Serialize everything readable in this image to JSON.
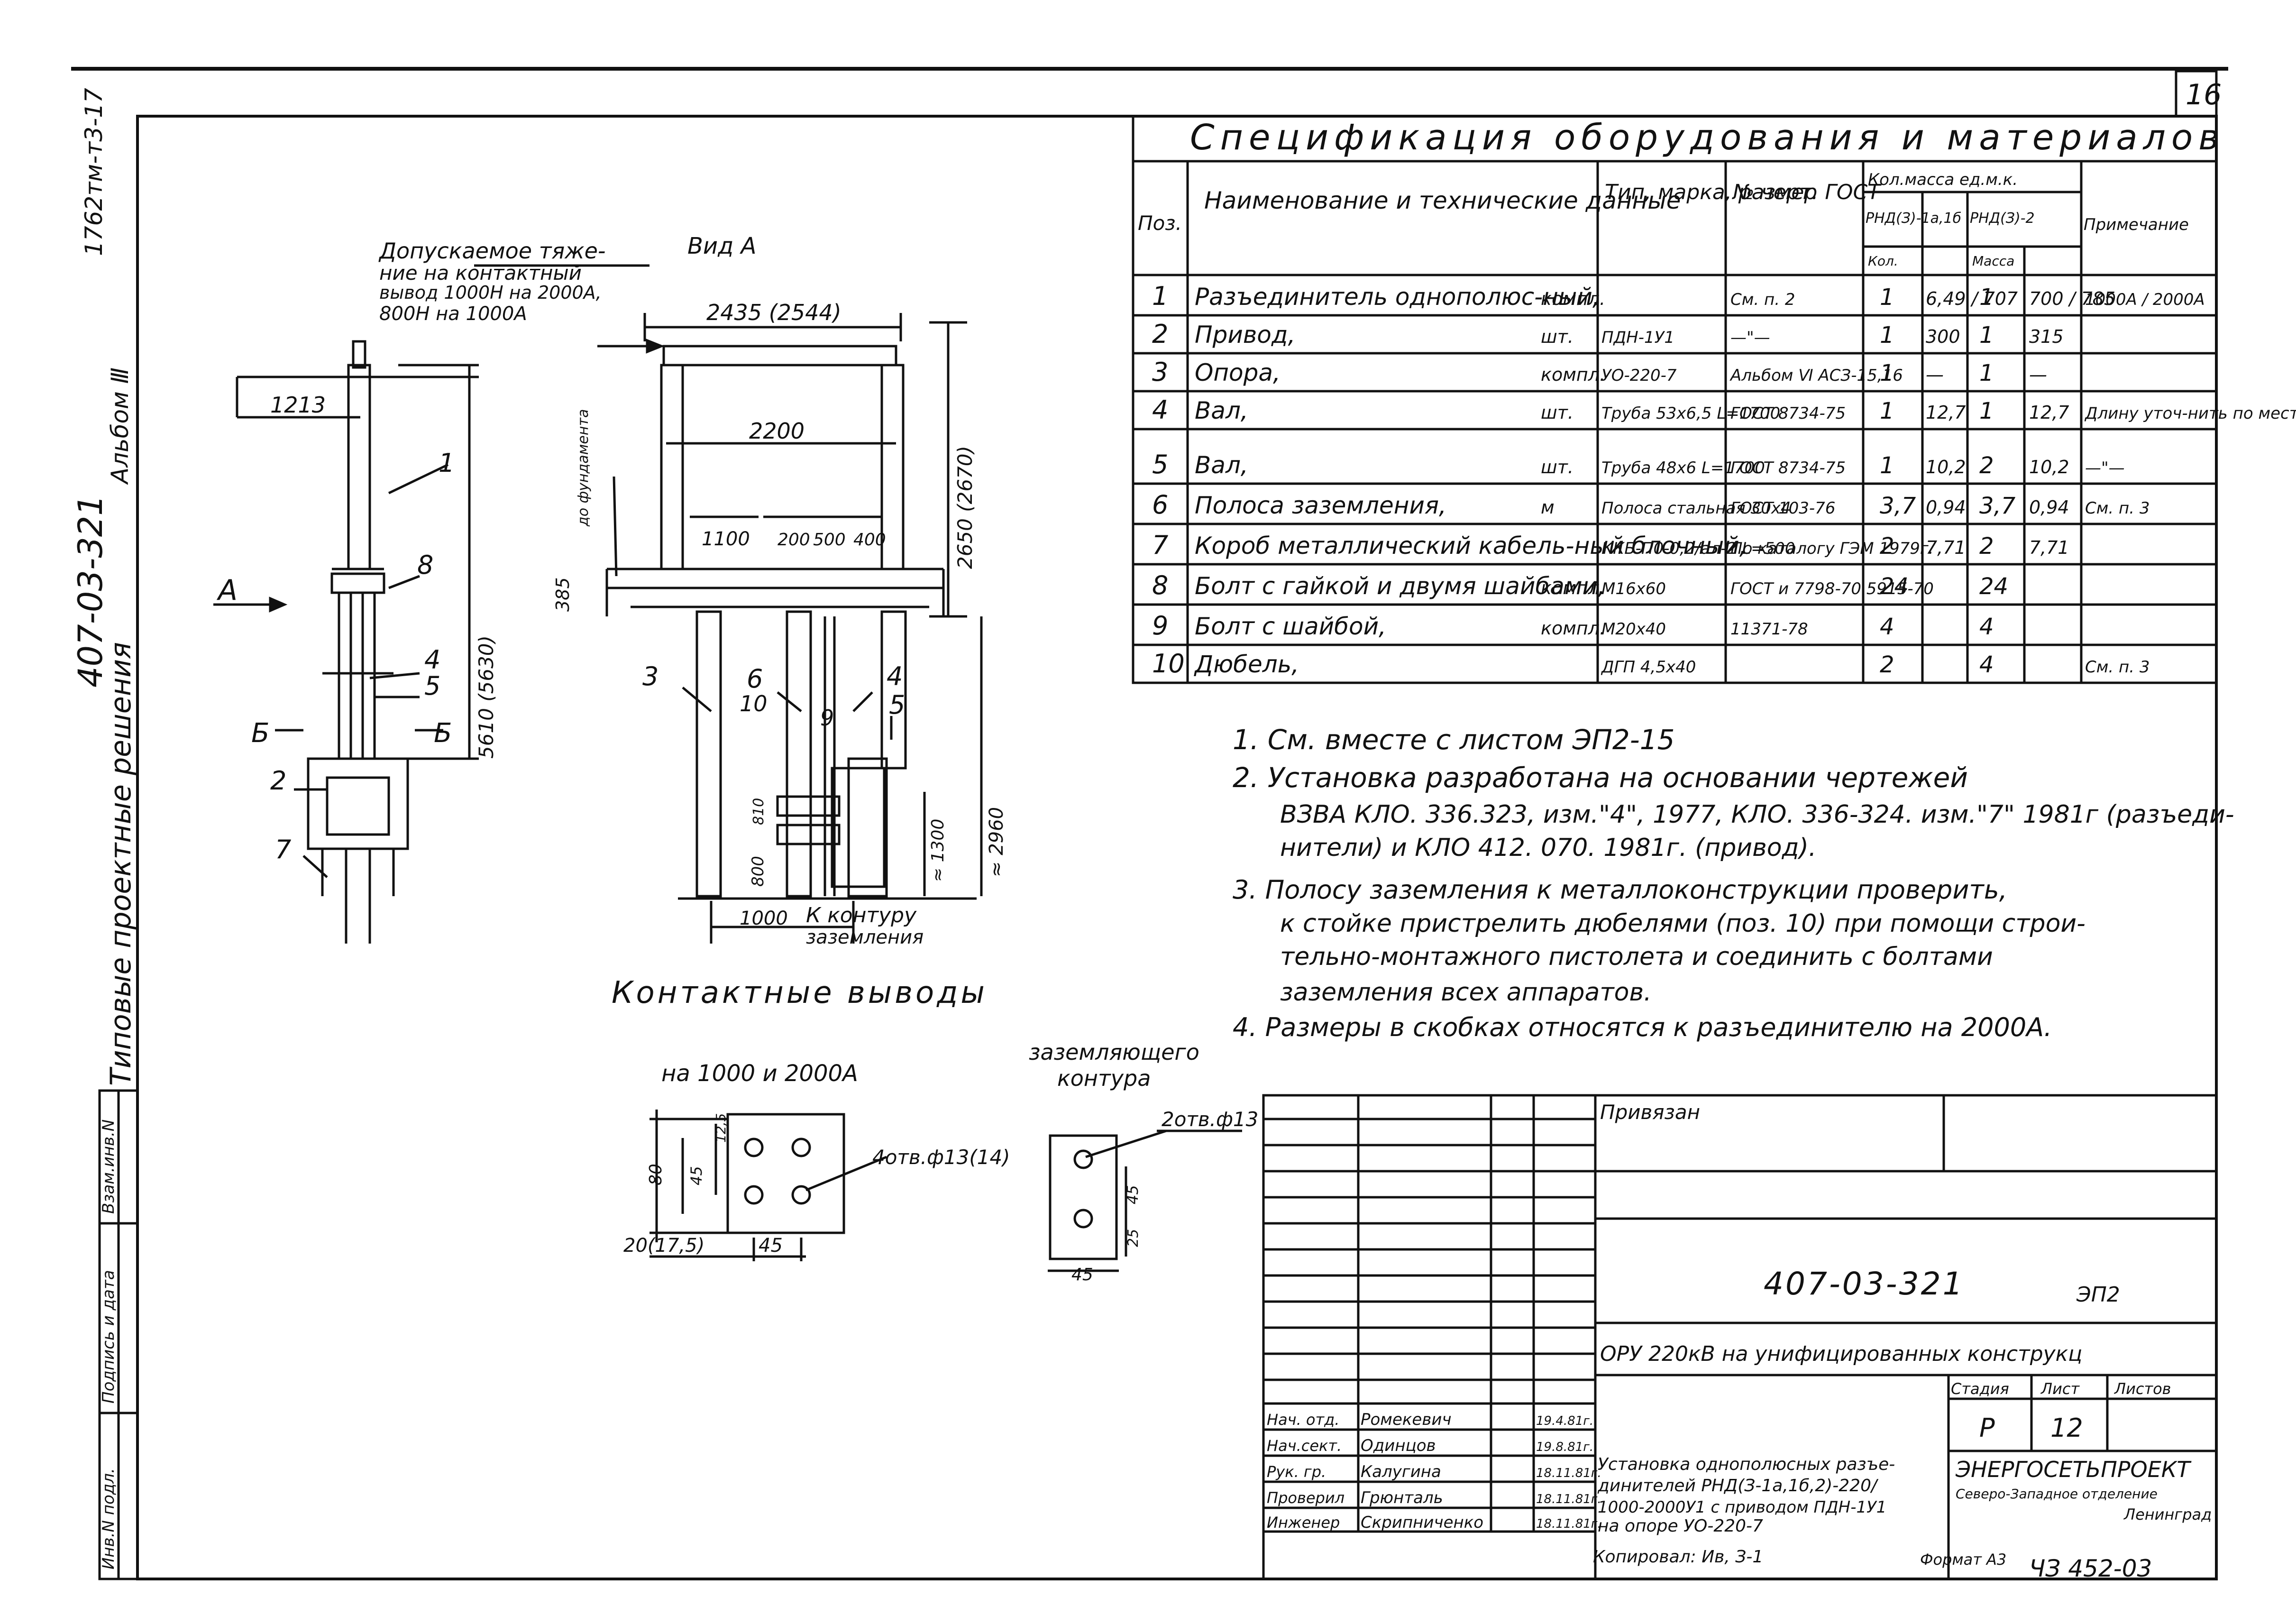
{
  "sheet": {
    "page_number": "16",
    "album_code": "407-03-321",
    "album_label": "Альбом Ⅲ",
    "top_code": "1762тм-т3-17",
    "side_title": "Типовые проектные решения"
  },
  "spec": {
    "title": "Спецификация оборудования и материалов",
    "headers": {
      "pos": "Поз.",
      "name": "Наименование и технические данные",
      "type": "Тип, марка, размер",
      "drawing": "№ черт. ГОСТ",
      "qty_group": "Кол.масса ед.м.к.",
      "rnd1": "РНД(З)-1а,1б",
      "rnd2": "РНД(З)-2",
      "note": "Примечание",
      "kol": "Кол.",
      "mass": "Масса"
    },
    "rows": [
      {
        "pos": "1",
        "name": "Разъединитель однополюс-ный,",
        "unit": "компл.",
        "type": "",
        "drawing": "См. п. 2",
        "q1": "1",
        "m1": "6,49 / 707",
        "q2": "1",
        "m2": "700 / 785",
        "note": "1000А / 2000А"
      },
      {
        "pos": "2",
        "name": "Привод,",
        "unit": "шт.",
        "type": "ПДН-1У1",
        "drawing": "—\"—",
        "q1": "1",
        "m1": "300",
        "q2": "1",
        "m2": "315",
        "note": ""
      },
      {
        "pos": "3",
        "name": "Опора,",
        "unit": "компл.",
        "type": "УО-220-7",
        "drawing": "Альбом Ⅵ АСЗ-15,16",
        "q1": "1",
        "m1": "—",
        "q2": "1",
        "m2": "—",
        "note": ""
      },
      {
        "pos": "4",
        "name": "Вал,",
        "unit": "шт.",
        "type": "Труба 53х6,5 L=1700",
        "drawing": "ГОСТ 8734-75",
        "q1": "1",
        "m1": "12,7",
        "q2": "1",
        "m2": "12,7",
        "note": "Длину уточ-нить по месту"
      },
      {
        "pos": "5",
        "name": "Вал,",
        "unit": "шт.",
        "type": "Труба 48х6 L=1700",
        "drawing": "ГОСТ 8734-75",
        "q1": "1",
        "m1": "10,2",
        "q2": "2",
        "m2": "10,2",
        "note": "—\"—"
      },
      {
        "pos": "6",
        "name": "Полоса заземления,",
        "unit": "м",
        "type": "Полоса стальная 30х4",
        "drawing": "ГОСТ 103-76",
        "q1": "3,7",
        "m1": "0,94",
        "q2": "3,7",
        "m2": "0,94",
        "note": "См. п. 3"
      },
      {
        "pos": "7",
        "name": "Короб металлический кабель-ный блочный,",
        "unit": "",
        "type": "ККБ-П0-0,2/ал-2 L=500",
        "drawing": "По каталогу ГЭМ 1979г.",
        "q1": "2",
        "m1": "7,71",
        "q2": "2",
        "m2": "7,71",
        "note": ""
      },
      {
        "pos": "8",
        "name": "Болт с гайкой и двумя шайбами,",
        "unit": "компл.",
        "type": "М16х60",
        "drawing": "ГОСТ и 7798-70 5915-70",
        "q1": "24",
        "m1": "",
        "q2": "24",
        "m2": "",
        "note": ""
      },
      {
        "pos": "9",
        "name": "Болт с шайбой,",
        "unit": "компл.",
        "type": "М20х40",
        "drawing": "11371-78",
        "q1": "4",
        "m1": "",
        "q2": "4",
        "m2": "",
        "note": ""
      },
      {
        "pos": "10",
        "name": "Дюбель,",
        "unit": "",
        "type": "ДГП 4,5х40",
        "drawing": "",
        "q1": "2",
        "m1": "",
        "q2": "4",
        "m2": "",
        "note": "См. п. 3"
      }
    ]
  },
  "notes": [
    "1. См. вместе с листом ЭП2-15",
    "2. Установка разработана на основании чертежей",
    "ВЗВА КЛО. 336.323, изм.\"4\", 1977, КЛО. 336-324. изм.\"7\" 1981г (разъеди-",
    "нители) и КЛО 412. 070. 1981г. (привод).",
    "3. Полосу заземления к металлоконструкции проверить,",
    "к стойке пристрелить дюбелями (поз. 10) при помощи строи-",
    "тельно-монтажного пистолета и соединить с болтами",
    "заземления всех аппаратов.",
    "4. Размеры в скобках относятся к разъединителю на 2000А."
  ],
  "drawing_labels": {
    "allowed_load": [
      "Допускаемое тяже-",
      "ние на контактный",
      "вывод 1000Н на 2000А,",
      "800Н на 1000А"
    ],
    "view_a": "Вид А",
    "arrow_a": "А",
    "section_b": "Б",
    "dim_1213": "1213",
    "dim_5610": "5610 (5630)",
    "dim_2435": "2435 (2544)",
    "dim_2200": "2200",
    "dim_2650": "2650 (2670)",
    "dim_1100": "1100",
    "dim_200": "200",
    "dim_500": "500",
    "dim_400": "400",
    "dim_385": "385",
    "dim_to_base": "до фундамента",
    "dim_2960": "≈ 2960",
    "dim_1300": "≈ 1300",
    "dim_1000": "1000",
    "dim_800": "800",
    "dim_810": "810",
    "to_contour": [
      "К контуру",
      "заземления"
    ],
    "contacts_title": "Контактные выводы",
    "callouts": [
      "1",
      "8",
      "4",
      "5",
      "2",
      "7",
      "3",
      "6",
      "10",
      "9",
      "4",
      "5"
    ]
  },
  "details": {
    "left_title": "на 1000 и 2000А",
    "right_title": [
      "заземляющего",
      "контура"
    ],
    "holes_left": "4отв.ф13(14)",
    "holes_right": "2отв.ф13",
    "dims_left": [
      "80",
      "45",
      "12,5",
      "20(17,5)",
      "45"
    ],
    "dims_right": [
      "45",
      "25",
      "45"
    ]
  },
  "title_block": {
    "privyazan": "Привязан",
    "code": "407-03-321",
    "sheet_code": "ЭП2",
    "project": "ОРУ 220кВ на унифицированных конструкц",
    "stage_label": "Стадия",
    "sheet_label": "Лист",
    "sheets_label": "Листов",
    "stage": "Р",
    "sheet": "12",
    "description": [
      "Установка однополюсных разъе-",
      "динителей РНД(З-1а,1б,2)-220/",
      "1000-2000У1 с приводом ПДН-1У1",
      "на опоре УО-220-7"
    ],
    "org": [
      "ЭНЕРГОСЕТЬПРОЕКТ",
      "Северо-Западное отделение",
      "Ленинград"
    ],
    "roles": [
      {
        "role": "Нач. отд.",
        "name": "Ромекевич",
        "date": "19.4.81г."
      },
      {
        "role": "Нач.сект.",
        "name": "Одинцов",
        "date": "19.8.81г."
      },
      {
        "role": "Рук. гр.",
        "name": "Калугина",
        "date": "18.11.81г."
      },
      {
        "role": "Проверил",
        "name": "Грюнталь",
        "date": "18.11.81г."
      },
      {
        "role": "Инженер",
        "name": "Скрипниченко",
        "date": "18.11.81г."
      }
    ],
    "copied": "Копировал: Ив, З-1",
    "format": "Формат А3",
    "bottom_code": "ЧЗ 452-03"
  },
  "side_stamp": {
    "labels": [
      "Взам.инв.N",
      "Подпись и дата",
      "Инв.N подл."
    ]
  }
}
